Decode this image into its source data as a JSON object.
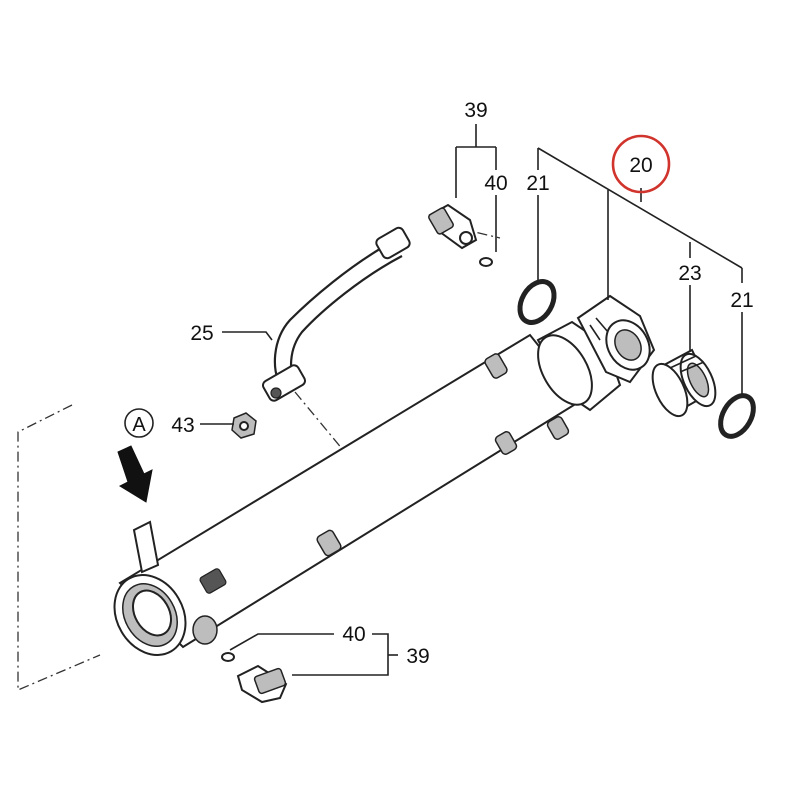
{
  "diagram": {
    "view_marker": "A",
    "highlight_color": "#d0342c",
    "callouts": {
      "tube_port_top_set": "39",
      "tube_port_top_oring": "40",
      "rod_end_oring_left": "21",
      "seal_kit": "20",
      "bushing": "23",
      "rod_end_oring_right": "21",
      "pipe": "25",
      "nut": "43",
      "port_oring_bottom": "40",
      "port_set_bottom": "39"
    }
  }
}
